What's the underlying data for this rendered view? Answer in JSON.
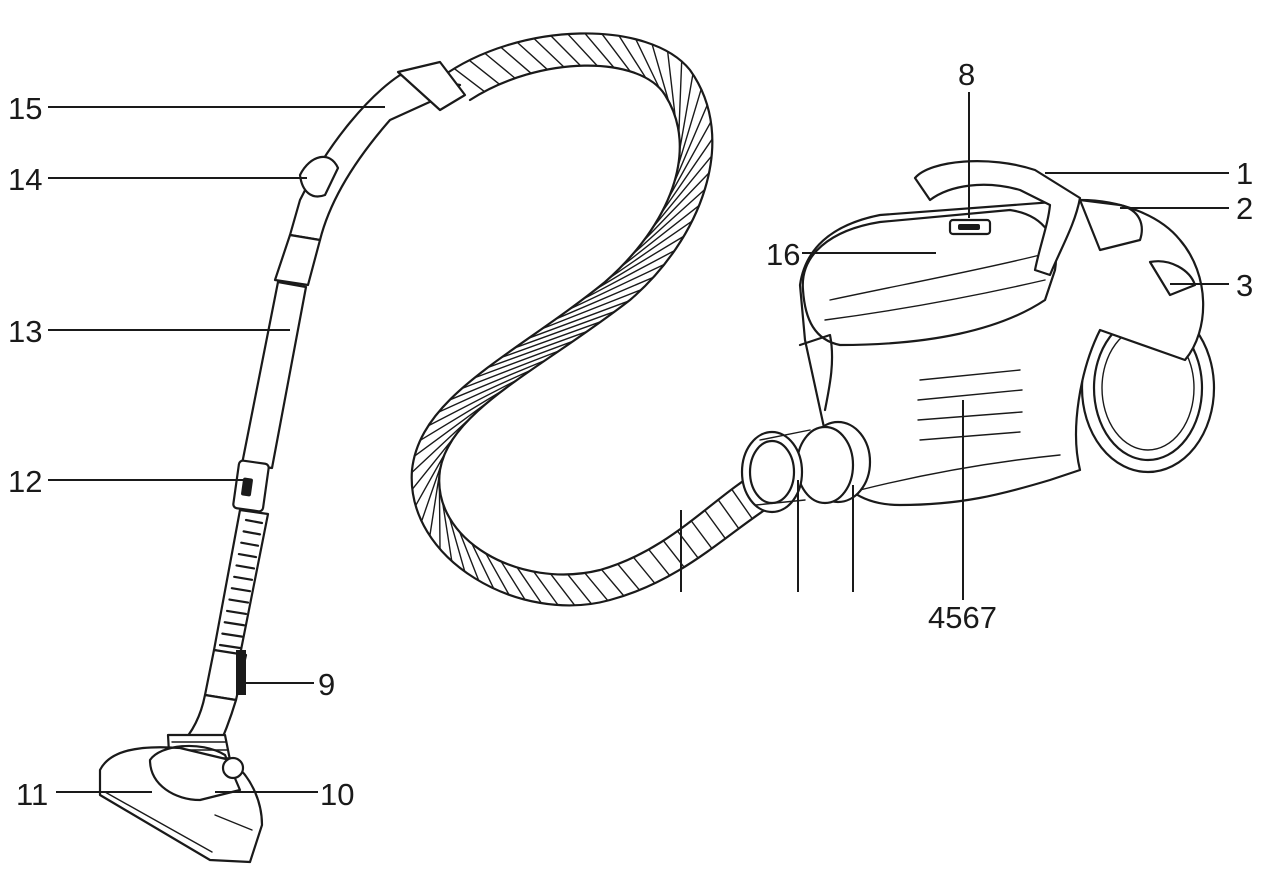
{
  "diagram": {
    "callouts": [
      {
        "id": "c1",
        "label": "1"
      },
      {
        "id": "c2",
        "label": "2"
      },
      {
        "id": "c3",
        "label": "3"
      },
      {
        "id": "c4567",
        "label": "4567"
      },
      {
        "id": "c8",
        "label": "8"
      },
      {
        "id": "c9",
        "label": "9"
      },
      {
        "id": "c10",
        "label": "10"
      },
      {
        "id": "c11",
        "label": "11"
      },
      {
        "id": "c12",
        "label": "12"
      },
      {
        "id": "c13",
        "label": "13"
      },
      {
        "id": "c14",
        "label": "14"
      },
      {
        "id": "c15",
        "label": "15"
      },
      {
        "id": "c16",
        "label": "16"
      }
    ]
  },
  "colors": {
    "ink": "#1a1a1a",
    "paper": "#ffffff"
  }
}
